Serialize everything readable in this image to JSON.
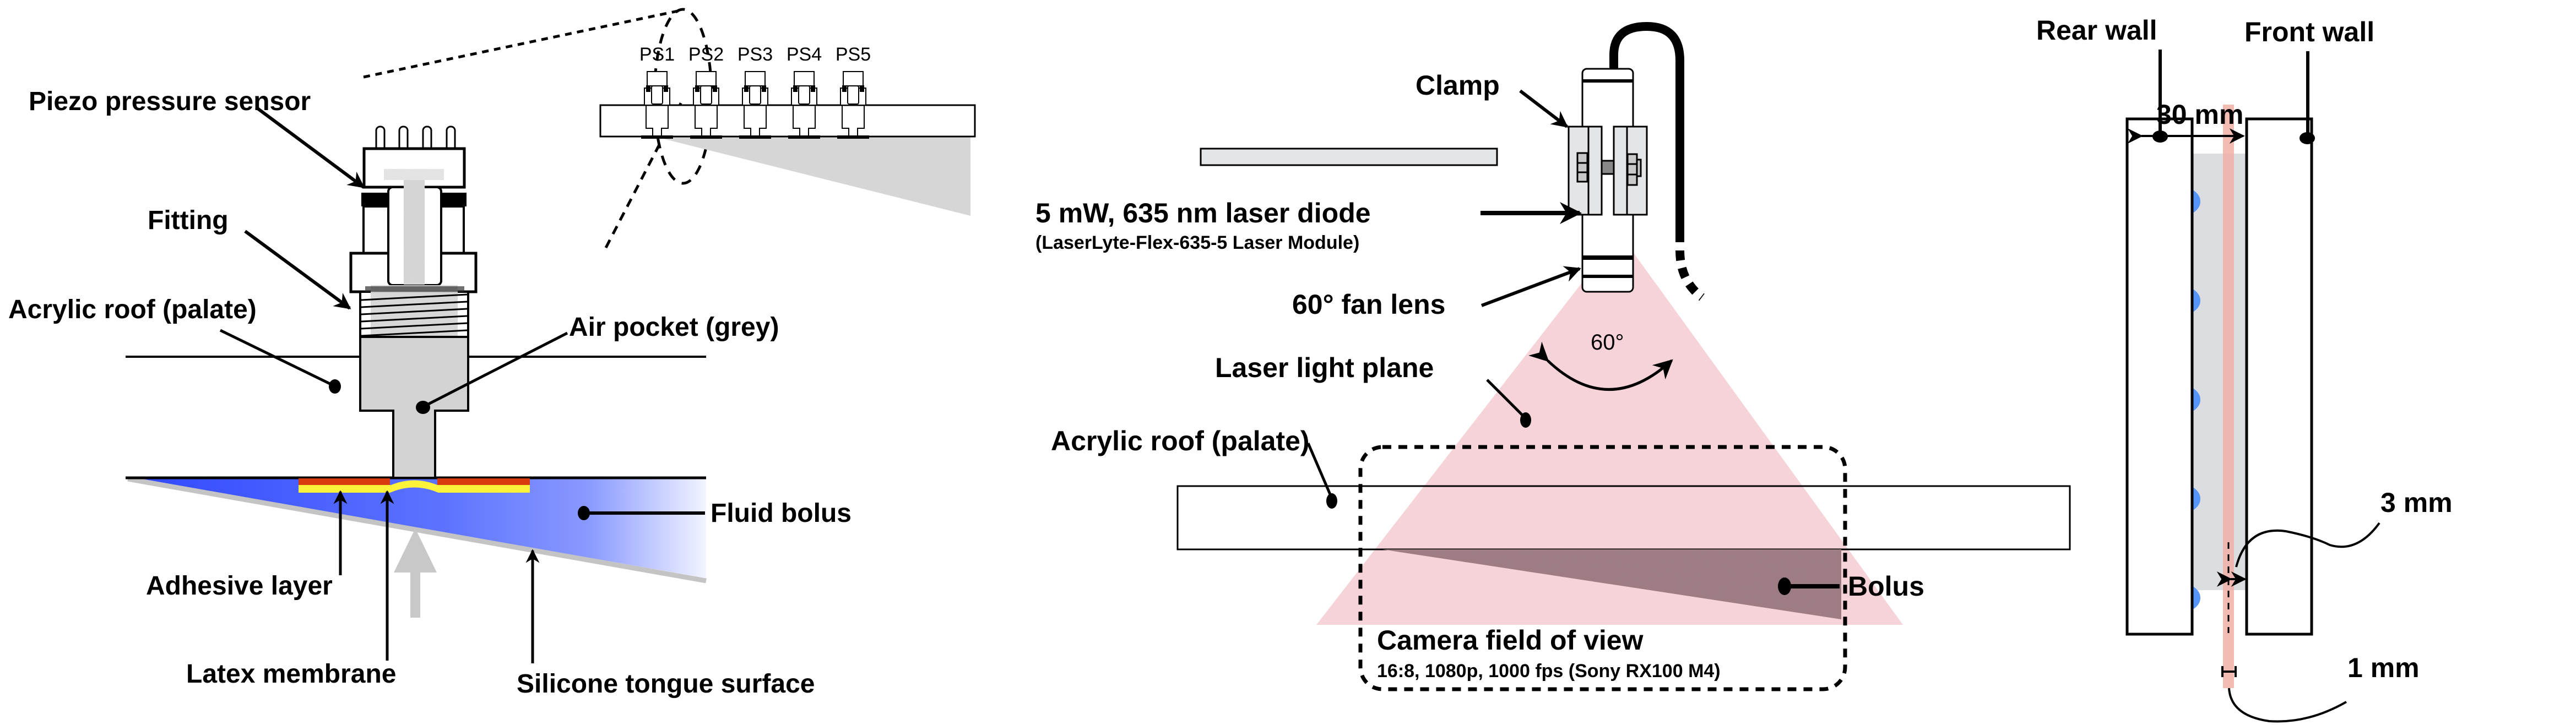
{
  "panels": {
    "sensor": {
      "labels": {
        "piezo_sensor": "Piezo pressure sensor",
        "fitting": "Fitting",
        "acrylic_roof": "Acrylic roof (palate)",
        "air_pocket": "Air pocket (grey)",
        "fluid_bolus": "Fluid bolus",
        "adhesive_layer": "Adhesive layer",
        "latex_membrane": "Latex membrane",
        "silicone_tongue": "Silicone tongue surface"
      },
      "sensor_array": [
        "PS1",
        "PS2",
        "PS3",
        "PS4",
        "PS5"
      ],
      "colors": {
        "bolus": "#3f5cff",
        "adhesive": "#d93a0e",
        "membrane": "#fff23a",
        "air": "#d8d8d8",
        "tongue_edge": "#c4c4c4"
      }
    },
    "laser": {
      "labels": {
        "clamp": "Clamp",
        "laser_diode": "5 mW, 635 nm laser diode",
        "laser_module": "(LaserLyte-Flex-635-5 Laser Module)",
        "fan_lens": "60° fan lens",
        "fan_angle": "60°",
        "light_plane": "Laser light plane",
        "acrylic_roof": "Acrylic roof (palate)",
        "bolus": "Bolus",
        "camera_fov": "Camera field of view",
        "camera_spec": "16:8, 1080p, 1000 fps (Sony RX100 M4)"
      },
      "colors": {
        "light_plane": "#f5d3d8",
        "bolus": "#9c7d84",
        "clamp": "#e4e5e7"
      }
    },
    "top_view": {
      "labels": {
        "rear_wall": "Rear wall",
        "front_wall": "Front wall",
        "width": "30 mm",
        "offset": "3 mm",
        "thickness": "1 mm"
      },
      "sensor_count": 5,
      "colors": {
        "channel": "#dcdde0",
        "sensor": "#5596f8",
        "laser_sheet": "#f0b0a6"
      }
    }
  }
}
